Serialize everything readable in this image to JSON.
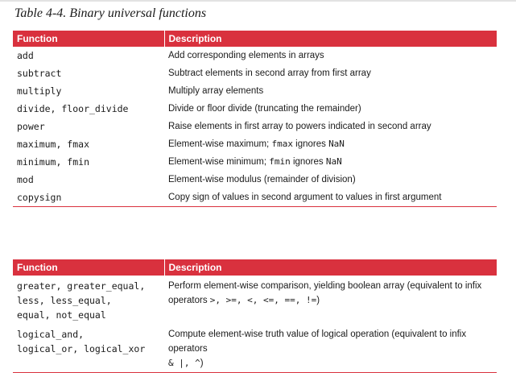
{
  "caption": "Table 4-4. Binary universal functions",
  "table1": {
    "headers": [
      "Function",
      "Description"
    ],
    "rows": [
      {
        "function": "add",
        "description": "Add corresponding elements in arrays"
      },
      {
        "function": "subtract",
        "description": "Subtract elements in second array from first array"
      },
      {
        "function": "multiply",
        "description": "Multiply array elements"
      },
      {
        "function": "divide, floor_divide",
        "description": "Divide or floor divide (truncating the remainder)"
      },
      {
        "function": "power",
        "description": "Raise elements in first array to powers indicated in second array"
      },
      {
        "function": "maximum, fmax",
        "desc_pre": "Element-wise maximum; ",
        "desc_code": "fmax",
        "desc_mid": " ignores ",
        "desc_code2": "NaN"
      },
      {
        "function": "minimum, fmin",
        "desc_pre": "Element-wise minimum; ",
        "desc_code": "fmin",
        "desc_mid": " ignores ",
        "desc_code2": "NaN"
      },
      {
        "function": "mod",
        "description": "Element-wise modulus (remainder of division)"
      },
      {
        "function": "copysign",
        "description": "Copy sign of values in second argument to values in first argument"
      }
    ]
  },
  "table2": {
    "headers": [
      "Function",
      "Description"
    ],
    "rows": [
      {
        "function_lines": [
          "greater, greater_equal,",
          "less, less_equal,",
          "equal, not_equal"
        ],
        "desc_line1": "Perform element-wise comparison, yielding boolean array (equivalent to infix",
        "desc_line2_pre": "operators ",
        "desc_line2_code": ">, >=, <, <=, ==, !=",
        "desc_line2_post": ")"
      },
      {
        "function_lines": [
          "logical_and,",
          "logical_or, logical_xor"
        ],
        "desc_line1": "Compute element-wise truth value of logical operation (equivalent to infix operators",
        "desc_line2_code": "& |, ^",
        "desc_line2_post": ")"
      }
    ]
  }
}
